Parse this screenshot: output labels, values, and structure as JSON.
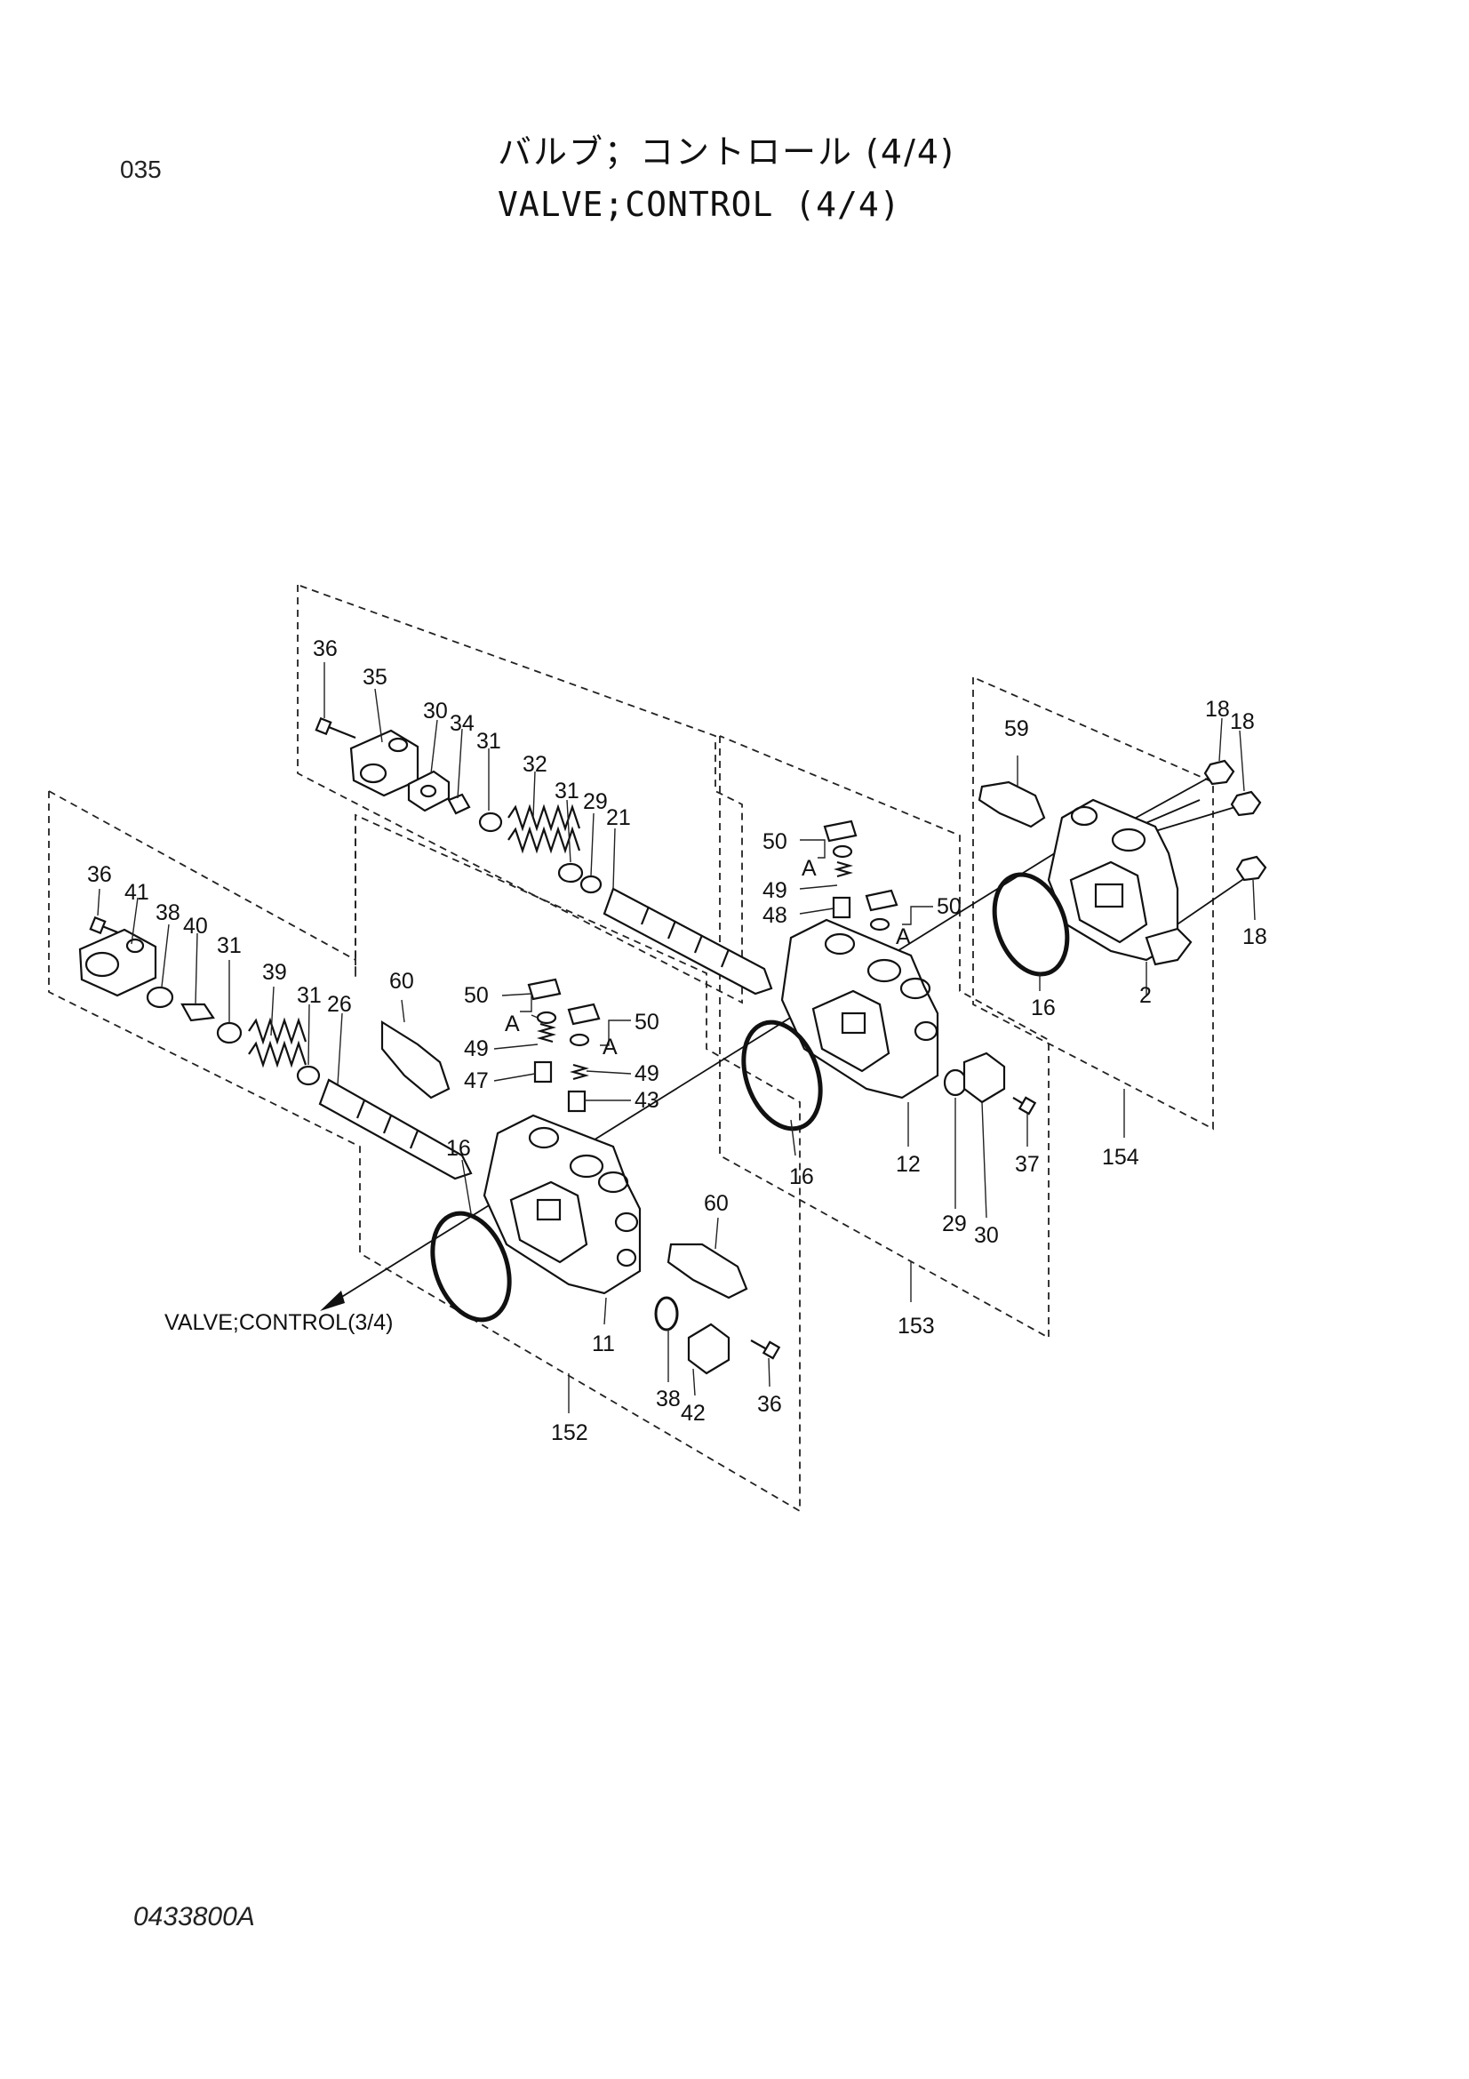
{
  "page": {
    "number": "035",
    "title_jp": "バルブ；コントロール (4/4)",
    "title_en": "VALVE;CONTROL (4/4)",
    "doc_code": "0433800A"
  },
  "reference_text": "VALVE;CONTROL(3/4)",
  "callouts": {
    "a1": "36",
    "a2": "35",
    "a3": "30",
    "a4": "34",
    "a5": "31",
    "a6": "32",
    "a7": "31",
    "a8": "29",
    "a9": "21",
    "b1": "36",
    "b2": "41",
    "b3": "38",
    "b4": "40",
    "b5": "31",
    "b6": "39",
    "b7": "31",
    "b8": "26",
    "b9": "60",
    "c1": "50",
    "c2": "A",
    "c3": "49",
    "c4": "47",
    "c5": "50",
    "c6": "A",
    "c7": "49",
    "c8": "43",
    "c9": "16",
    "c10": "60",
    "c11": "11",
    "c12": "38",
    "c13": "42",
    "c14": "36",
    "c15": "152",
    "d1": "50",
    "d2": "A",
    "d3": "49",
    "d4": "48",
    "d5": "50",
    "d6": "A",
    "d7": "16",
    "d8": "12",
    "d9": "29",
    "d10": "30",
    "d11": "37",
    "d12": "153",
    "e1": "59",
    "e2": "18",
    "e3": "18",
    "e4": "18",
    "e5": "16",
    "e6": "2",
    "e7": "154"
  }
}
